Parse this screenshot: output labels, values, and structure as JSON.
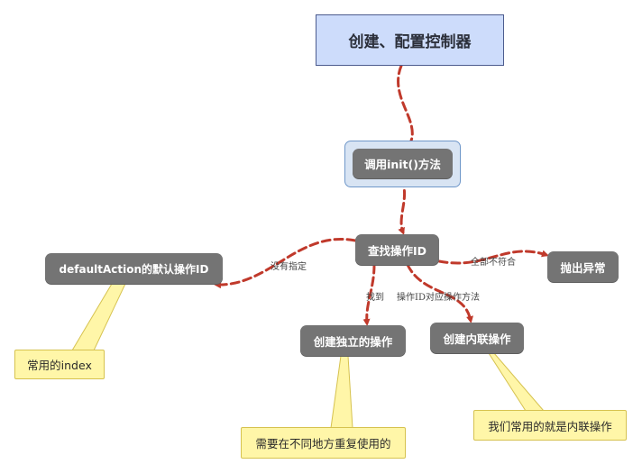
{
  "nodes": {
    "start": "创建、配置控制器",
    "init": "调用init()方法",
    "find_action": "查找操作ID",
    "default_action": "defaultAction的默认操作ID",
    "throw_exception": "抛出异常",
    "standalone_action": "创建独立的操作",
    "inline_action": "创建内联操作"
  },
  "edge_labels": {
    "not_specified": "没有指定",
    "none_match": "全部不符合",
    "found": "找到",
    "method_matches": "操作ID对应操作方法"
  },
  "notes": {
    "common_index": "常用的index",
    "reuse": "需要在不同地方重复使用的",
    "we_use_inline": "我们常用的就是内联操作"
  },
  "colors": {
    "edge": "#c0392b",
    "start_fill": "#cddcfb",
    "pill_fill": "#747474",
    "note_fill": "#fff6a8"
  }
}
